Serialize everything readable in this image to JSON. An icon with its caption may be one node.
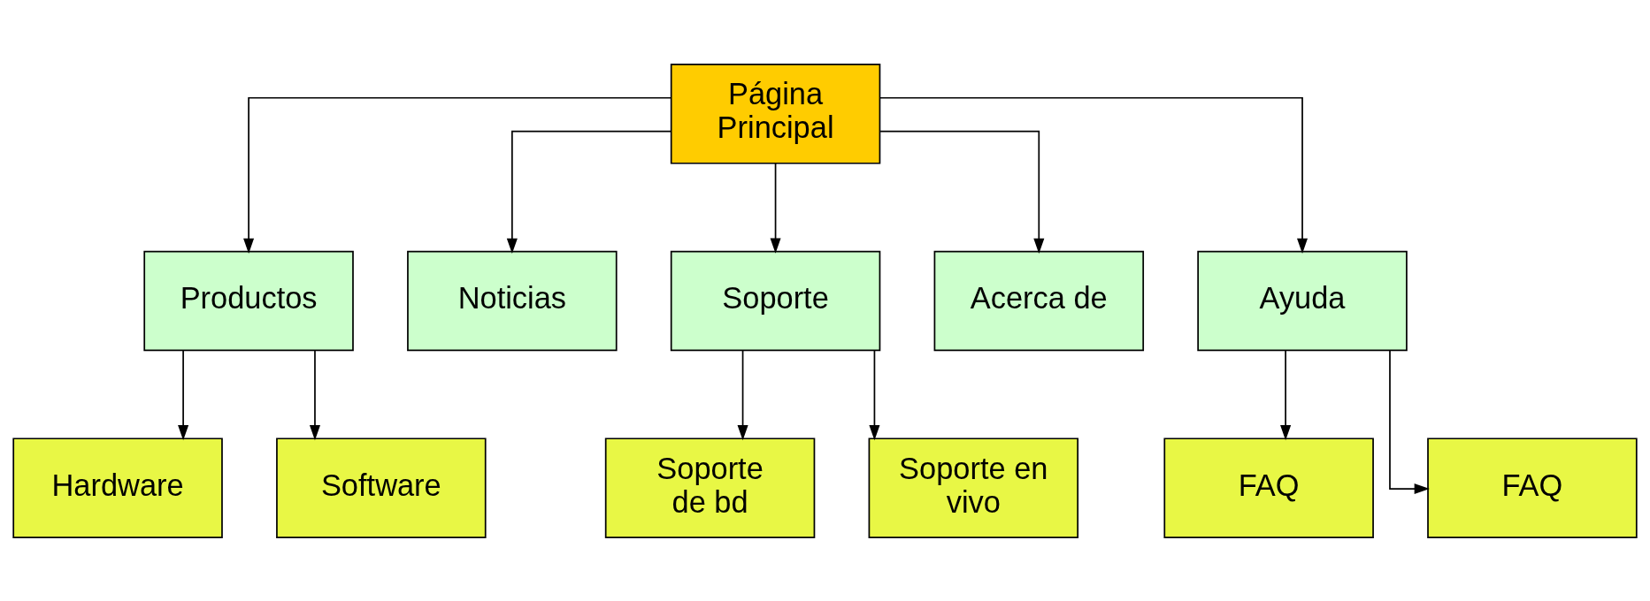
{
  "diagram": {
    "nodes": [
      {
        "text": [
          "Página Principal"
        ]
      },
      {
        "text": [
          "Productos"
        ]
      },
      {
        "text": [
          "Noticias"
        ]
      },
      {
        "text": [
          "Soporte"
        ]
      },
      {
        "text": [
          "Acerca de"
        ]
      },
      {
        "text": [
          "Ayuda"
        ]
      },
      {
        "text": [
          "Hardware"
        ]
      },
      {
        "text": [
          "Software"
        ]
      },
      {
        "text": [
          "Soporte de bd"
        ]
      },
      {
        "text": [
          "Soporte en vivo"
        ]
      },
      {
        "text": [
          "FAQ"
        ]
      },
      {
        "text": [
          "FAQ"
        ]
      }
    ],
    "edges": [
      {
        "from": 0,
        "to": 1,
        "arrow": "to"
      },
      {
        "from": 0,
        "to": 2,
        "arrow": "to"
      },
      {
        "from": 0,
        "to": 3,
        "arrow": "to"
      },
      {
        "from": 0,
        "to": 4,
        "arrow": "to"
      },
      {
        "from": 0,
        "to": 5,
        "arrow": "to"
      },
      {
        "from": 1,
        "to": 6,
        "arrow": "to"
      },
      {
        "from": 1,
        "to": 7,
        "arrow": "to"
      },
      {
        "from": 3,
        "to": 8,
        "arrow": "to"
      },
      {
        "from": 3,
        "to": 9,
        "arrow": "to"
      },
      {
        "from": 5,
        "to": 10,
        "arrow": "to"
      },
      {
        "from": 5,
        "to": 11,
        "arrow": "to"
      }
    ]
  }
}
